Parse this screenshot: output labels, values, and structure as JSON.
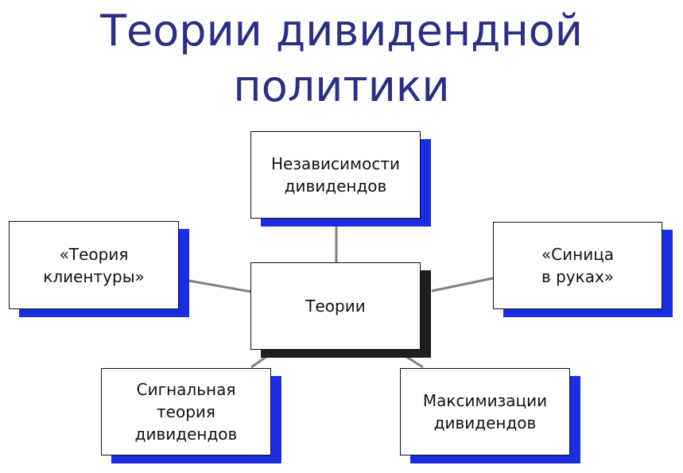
{
  "title": {
    "line1": "Теории дивидендной",
    "line2": "политики"
  },
  "colors": {
    "title": "#2a2f80",
    "shadow_blue": "#1a2ee0",
    "shadow_dark": "#1f1f1f",
    "connector": "#808080"
  },
  "nodes": {
    "center": {
      "line1": "Теории"
    },
    "top": {
      "line1": "Независимости",
      "line2": "дивидендов"
    },
    "left": {
      "line1": "«Теория",
      "line2": "клиентуры»"
    },
    "right": {
      "line1": "«Синица",
      "line2": "в руках»"
    },
    "bottom_left": {
      "line1": "Сигнальная",
      "line2": "теория",
      "line3": "дивидендов"
    },
    "bottom_right": {
      "line1": "Максимизации",
      "line2": "дивидендов"
    }
  }
}
